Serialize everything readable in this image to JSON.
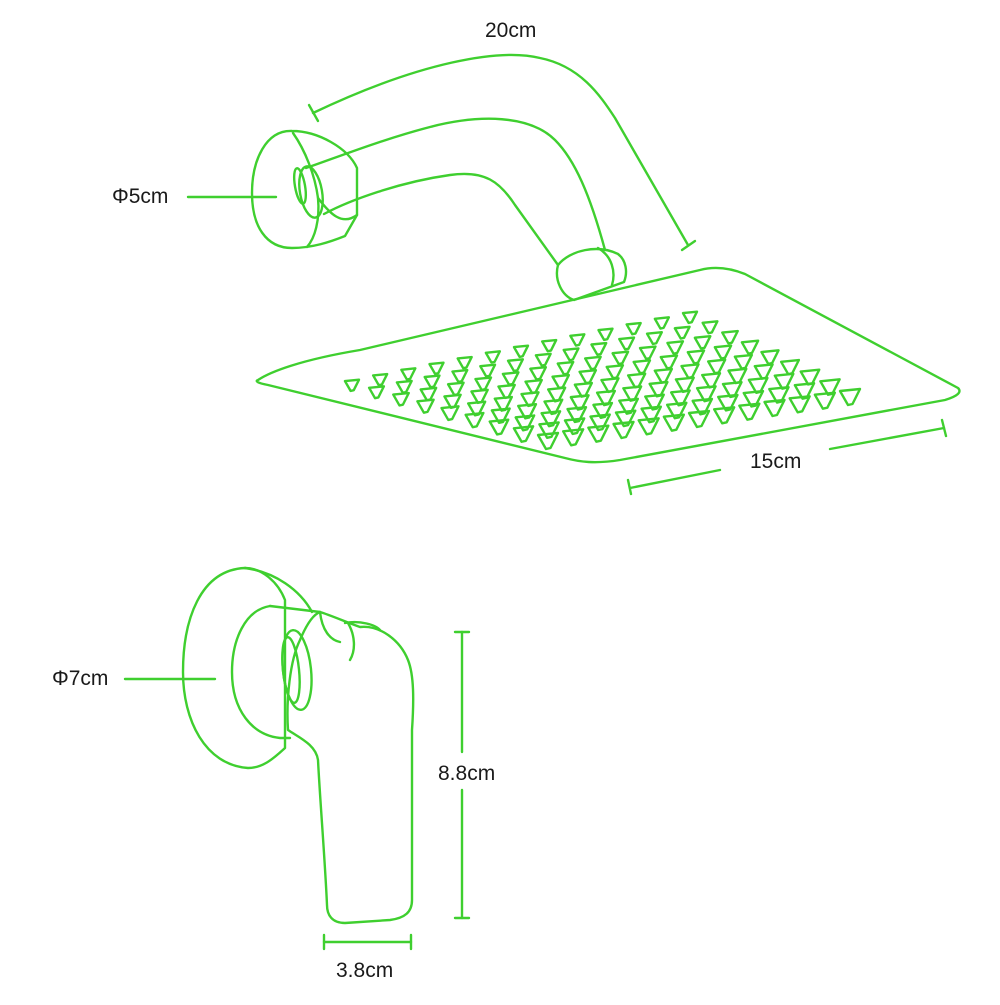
{
  "colors": {
    "line": "#3fcf2f",
    "text": "#1a1a1a",
    "background": "#ffffff"
  },
  "labels": {
    "arm_length": "20cm",
    "flange_diameter": "Φ5cm",
    "head_width": "15cm",
    "valve_plate_diameter": "Φ7cm",
    "handle_height": "8.8cm",
    "handle_width": "3.8cm"
  }
}
